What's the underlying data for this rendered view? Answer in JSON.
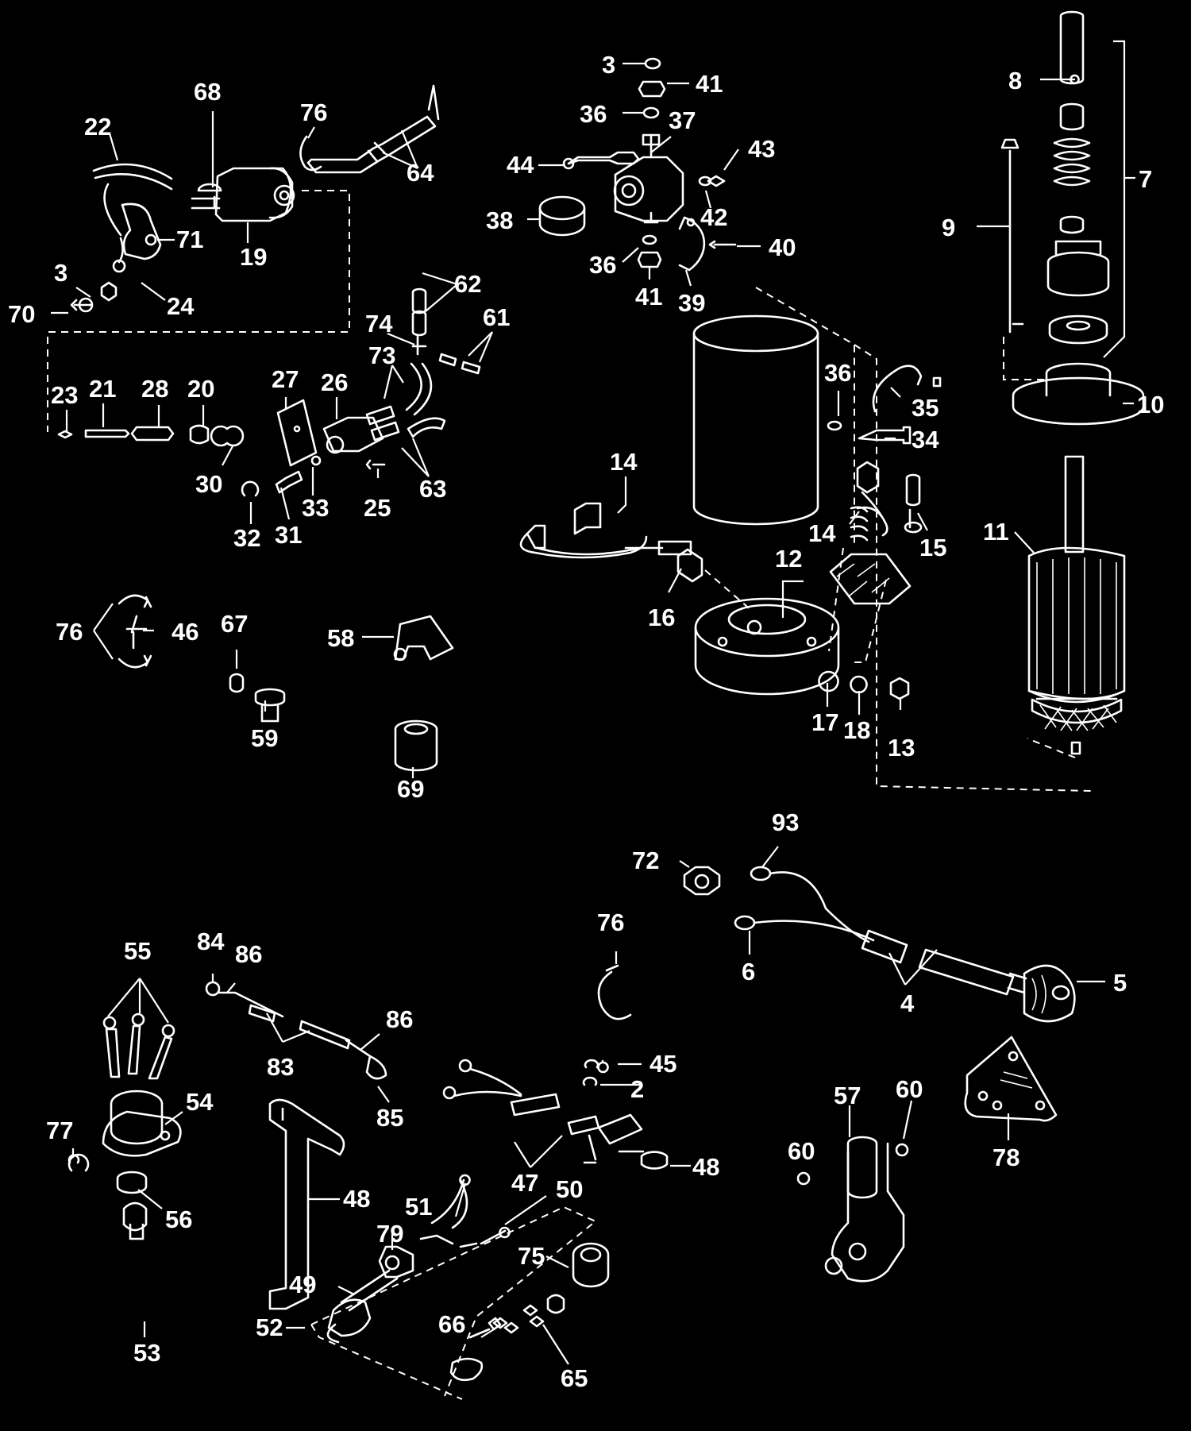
{
  "diagram": {
    "callouts": {
      "c3a": "3",
      "c41a": "41",
      "c36a": "36",
      "c37": "37",
      "c43": "43",
      "c44": "44",
      "c42": "42",
      "c38": "38",
      "c40": "40",
      "c36b": "36",
      "c41b": "41",
      "c39": "39",
      "c8": "8",
      "c7": "7",
      "c9": "9",
      "c10": "10",
      "c11": "11",
      "c68": "68",
      "c76a": "76",
      "c22": "22",
      "c64": "64",
      "c71": "71",
      "c19": "19",
      "c3b": "3",
      "c24": "24",
      "c70": "70",
      "c62": "62",
      "c61": "61",
      "c74": "74",
      "c73": "73",
      "c23": "23",
      "c21": "21",
      "c28": "28",
      "c20": "20",
      "c27": "27",
      "c26": "26",
      "c30": "30",
      "c33": "33",
      "c25": "25",
      "c63": "63",
      "c32": "32",
      "c31": "31",
      "c36c": "36",
      "c35": "35",
      "c34": "34",
      "c14a": "14",
      "c14b": "14",
      "c15": "15",
      "c12": "12",
      "c16": "16",
      "c17": "17",
      "c18": "18",
      "c13": "13",
      "c76b": "76",
      "c46": "46",
      "c67": "67",
      "c59": "59",
      "c58": "58",
      "c69": "69",
      "c93": "93",
      "c72": "72",
      "c76c": "76",
      "c6": "6",
      "c4": "4",
      "c5": "5",
      "c55": "55",
      "c84": "84",
      "c86a": "86",
      "c86b": "86",
      "c83": "83",
      "c85": "85",
      "c54": "54",
      "c77": "77",
      "c56": "56",
      "c53": "53",
      "c45": "45",
      "c2": "2",
      "c47": "47",
      "c48a": "48",
      "c48b": "48",
      "c51": "51",
      "c50": "50",
      "c79": "79",
      "c49": "49",
      "c52": "52",
      "c75": "75",
      "c66": "66",
      "c65": "65",
      "c57": "57",
      "c60a": "60",
      "c60b": "60",
      "c78": "78"
    }
  }
}
